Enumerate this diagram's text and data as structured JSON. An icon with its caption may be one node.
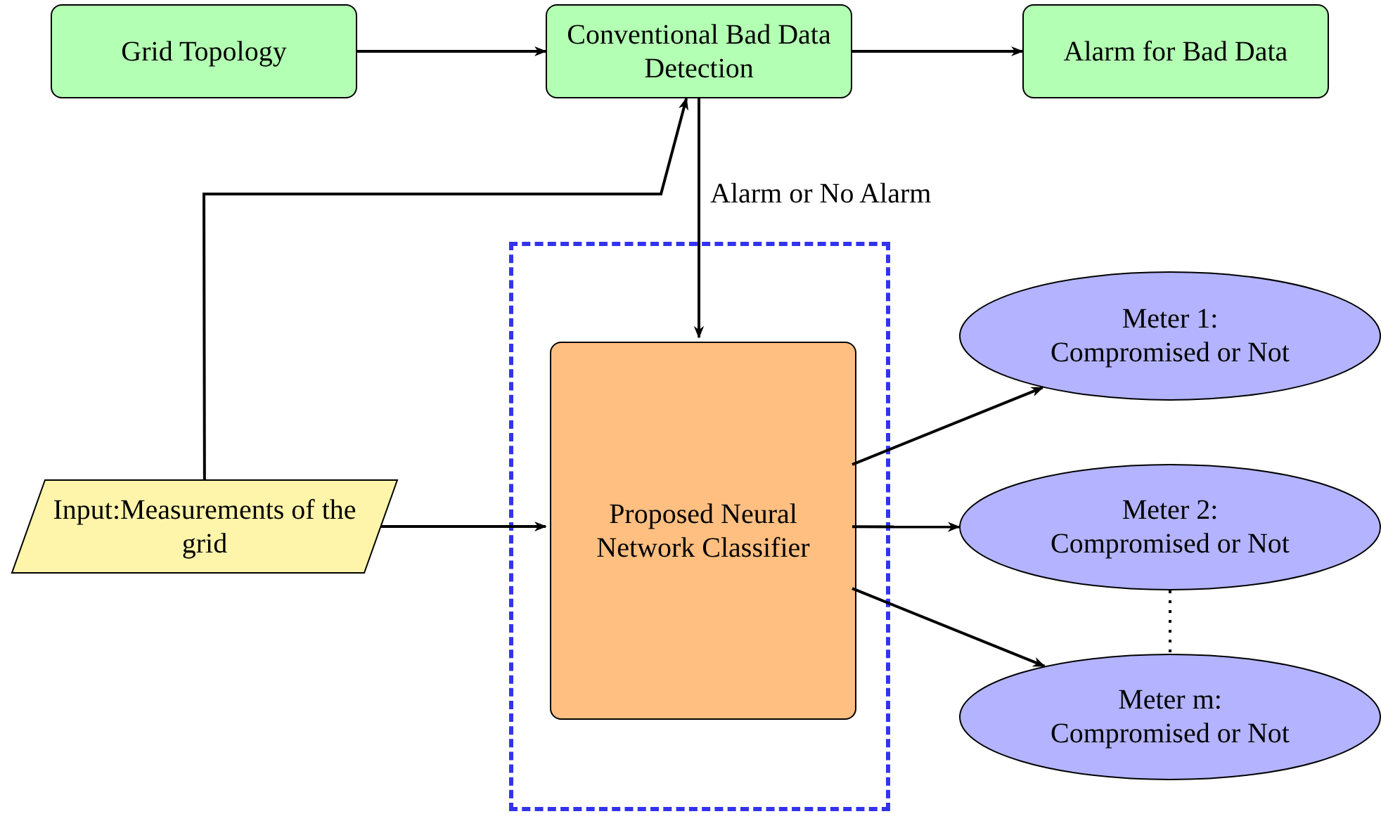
{
  "diagram": {
    "nodes": [
      {
        "text": [
          "Grid Topology"
        ]
      },
      {
        "text": [
          "Conventional Bad Data Detection"
        ]
      },
      {
        "text": [
          "Alarm for Bad Data"
        ]
      },
      {
        "text": [],
        "shape": "box"
      },
      {
        "text": [
          "Proposed Neural Network Classifier"
        ],
        "in": 3
      },
      {
        "text": [
          "Input:Measurements of the grid"
        ]
      },
      {
        "text": [
          "Meter 1: Compromised or Not"
        ]
      },
      {
        "text": [
          "Meter 2: Compromised or Not"
        ]
      },
      {
        "text": [
          "Meter m: Compromised or Not"
        ]
      }
    ],
    "edges": [
      {
        "from": 0,
        "to": 1,
        "arrow": "to"
      },
      {
        "from": 1,
        "to": 2,
        "arrow": "to"
      },
      {
        "from": 1,
        "to": 4,
        "arrow": "to",
        "label": "Alarm or No Alarm"
      },
      {
        "from": 5,
        "to": 4,
        "arrow": "to"
      },
      {
        "from": 5,
        "to": 1,
        "arrow": "to"
      },
      {
        "from": 4,
        "to": 6,
        "arrow": "to"
      },
      {
        "from": 4,
        "to": 7,
        "arrow": "to"
      },
      {
        "from": 4,
        "to": 8,
        "arrow": "to"
      },
      {
        "from": 7,
        "to": 8,
        "arrow": "none",
        "style": "dashed"
      }
    ]
  }
}
